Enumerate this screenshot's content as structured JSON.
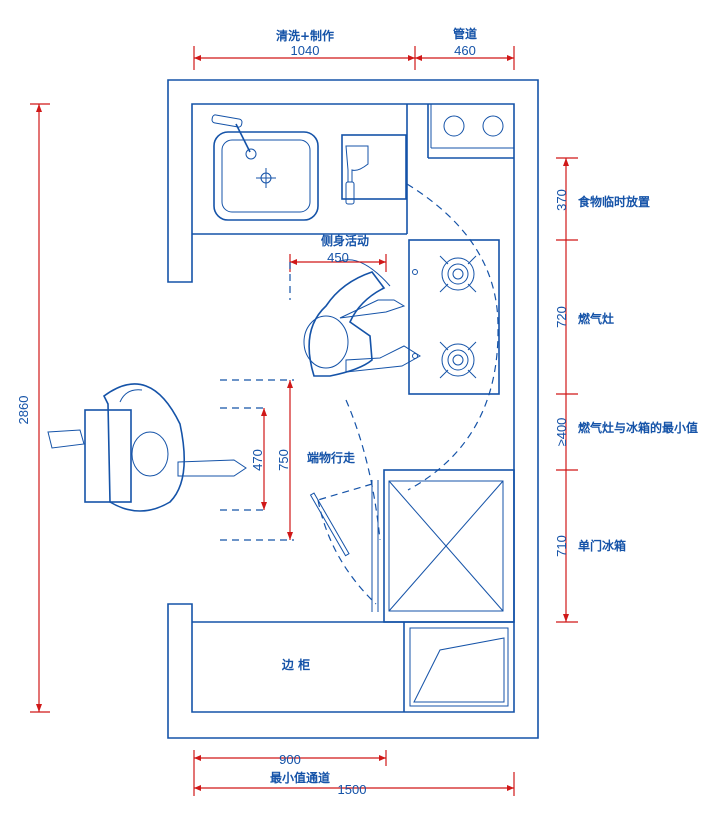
{
  "colors": {
    "line": "#1553a8",
    "dimension": "#d01818",
    "background": "#ffffff"
  },
  "top_dims": {
    "wash_label": "清洗+制作",
    "wash_value": "1040",
    "pipe_label": "管道",
    "pipe_value": "460"
  },
  "left_dim": {
    "value": "2860"
  },
  "right_dims": [
    {
      "value": "370",
      "label": "食物临时放置"
    },
    {
      "value": "720",
      "label": "燃气灶"
    },
    {
      "value": "≥400",
      "label": "燃气灶与冰箱的最小值"
    },
    {
      "value": "710",
      "label": "单门冰箱"
    }
  ],
  "inner_dims": {
    "side_label": "侧身活动",
    "side_value": "450",
    "walk_outer": "750",
    "walk_inner": "470",
    "walk_label": "端物行走"
  },
  "cabinet_label": "边 柜",
  "bottom_dims": {
    "first_value": "900",
    "corridor_label": "最小值通道",
    "total_value": "1500"
  },
  "icons": [
    "sink-icon",
    "faucet-icon",
    "cutting-board-icon",
    "knife-icon",
    "gas-burner-icon",
    "refrigerator-icon",
    "person-icon",
    "door-swing-icon"
  ]
}
